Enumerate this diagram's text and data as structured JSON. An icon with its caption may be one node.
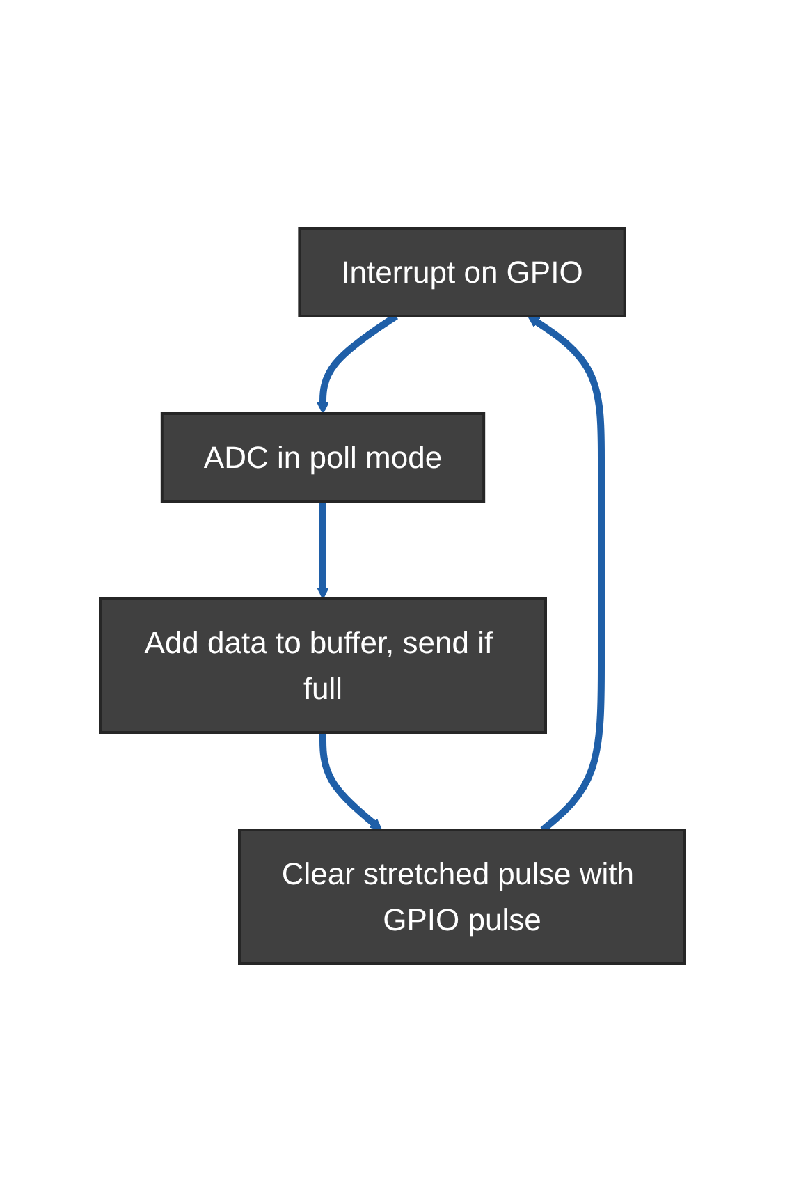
{
  "diagram": {
    "nodes": [
      {
        "text": [
          "Interrupt on GPIO"
        ]
      },
      {
        "text": [
          "ADC in poll mode"
        ]
      },
      {
        "text": [
          "Add data to buffer, send if full"
        ]
      },
      {
        "text": [
          "Clear stretched pulse with GPIO pulse"
        ]
      }
    ],
    "edges": [
      {
        "from": 0,
        "to": 1,
        "arrow": "to"
      },
      {
        "from": 1,
        "to": 2,
        "arrow": "to"
      },
      {
        "from": 2,
        "to": 3,
        "arrow": "to"
      },
      {
        "from": 3,
        "to": 0,
        "arrow": "to"
      }
    ]
  }
}
